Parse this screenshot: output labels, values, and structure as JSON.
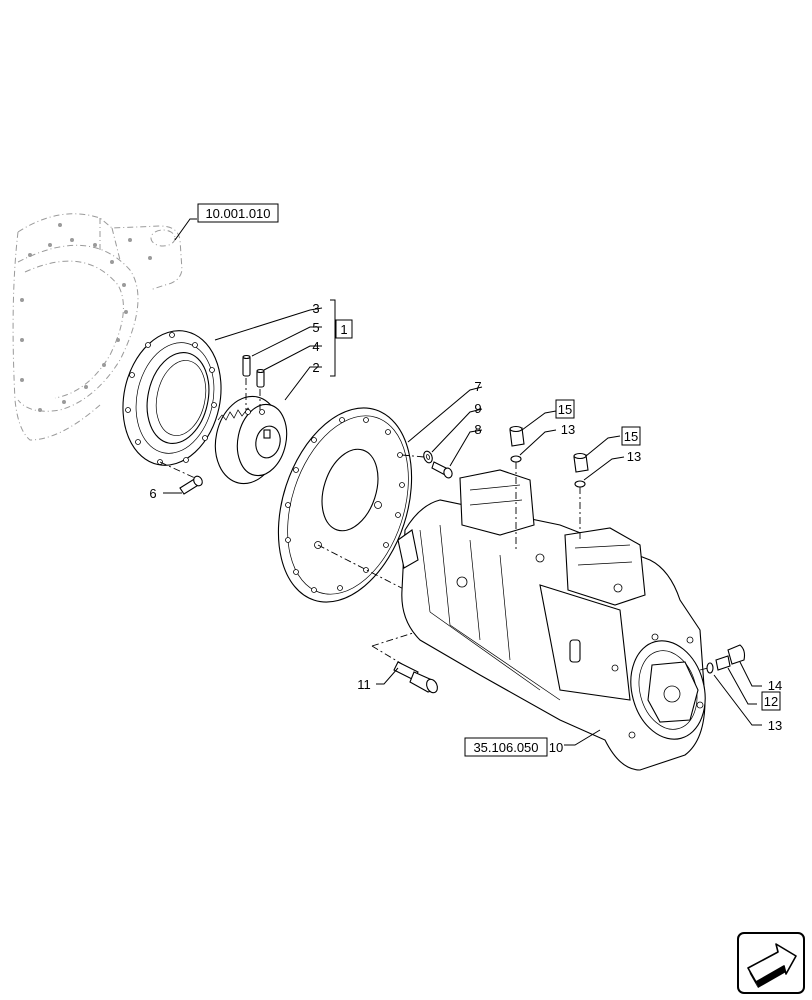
{
  "references": {
    "frame_ref": "10.001.010",
    "pump_ref": "35.106.050"
  },
  "callouts": {
    "c1": "1",
    "c2": "2",
    "c3": "3",
    "c4": "4",
    "c5": "5",
    "c6": "6",
    "c7": "7",
    "c8": "8",
    "c9": "9",
    "c10": "10",
    "c11": "11",
    "c12": "12",
    "c13a": "13",
    "c13b": "13",
    "c13c": "13",
    "c14": "14",
    "c15a": "15",
    "c15b": "15"
  },
  "navigation": {
    "icon": "next-page-arrow-icon"
  }
}
